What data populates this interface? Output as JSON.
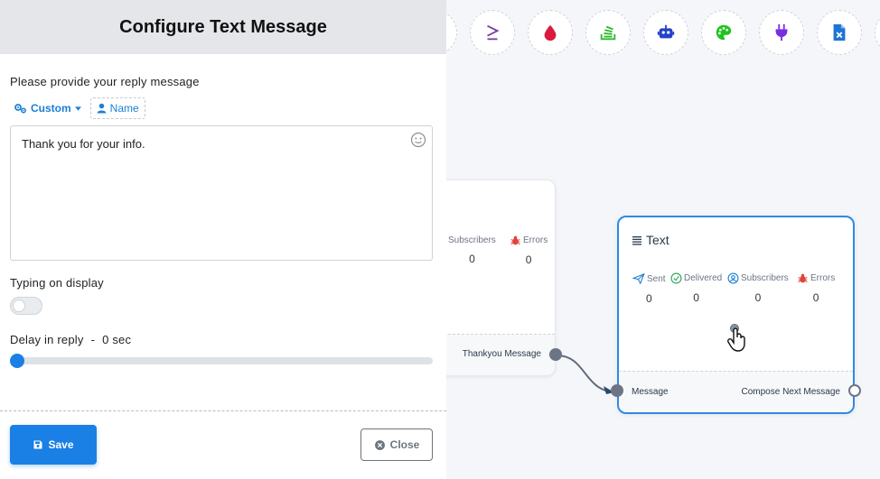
{
  "panel": {
    "title": "Configure Text Message",
    "reply_label": "Please provide your reply message",
    "custom_label": "Custom",
    "name_label": "Name",
    "reply_value": "Thank you for your info.",
    "typing_label": "Typing on display",
    "typing_on": false,
    "delay_label": "Delay in reply",
    "delay_separator": "-",
    "delay_value": "0 sec",
    "save_label": "Save",
    "close_label": "Close"
  },
  "toolbar_icons": [
    "greater-equal-icon",
    "drop-icon",
    "stack-icon",
    "robot-icon",
    "palette-icon",
    "plug-icon",
    "excel-file-icon",
    "partial-icon"
  ],
  "node_left": {
    "stats": [
      {
        "label": "Subscribers",
        "value": "0"
      },
      {
        "label": "Errors",
        "value": "0"
      }
    ],
    "output_label": "Thankyou Message"
  },
  "node_text": {
    "title": "Text",
    "stats": [
      {
        "label": "Sent",
        "value": "0"
      },
      {
        "label": "Delivered",
        "value": "0"
      },
      {
        "label": "Subscribers",
        "value": "0"
      },
      {
        "label": "Errors",
        "value": "0"
      }
    ],
    "input_label": "Message",
    "output_label": "Compose Next Message"
  },
  "colors": {
    "accent": "#1a80e5",
    "node_border": "#2e8ae6",
    "error": "#e0453a",
    "delivered": "#23a455"
  }
}
